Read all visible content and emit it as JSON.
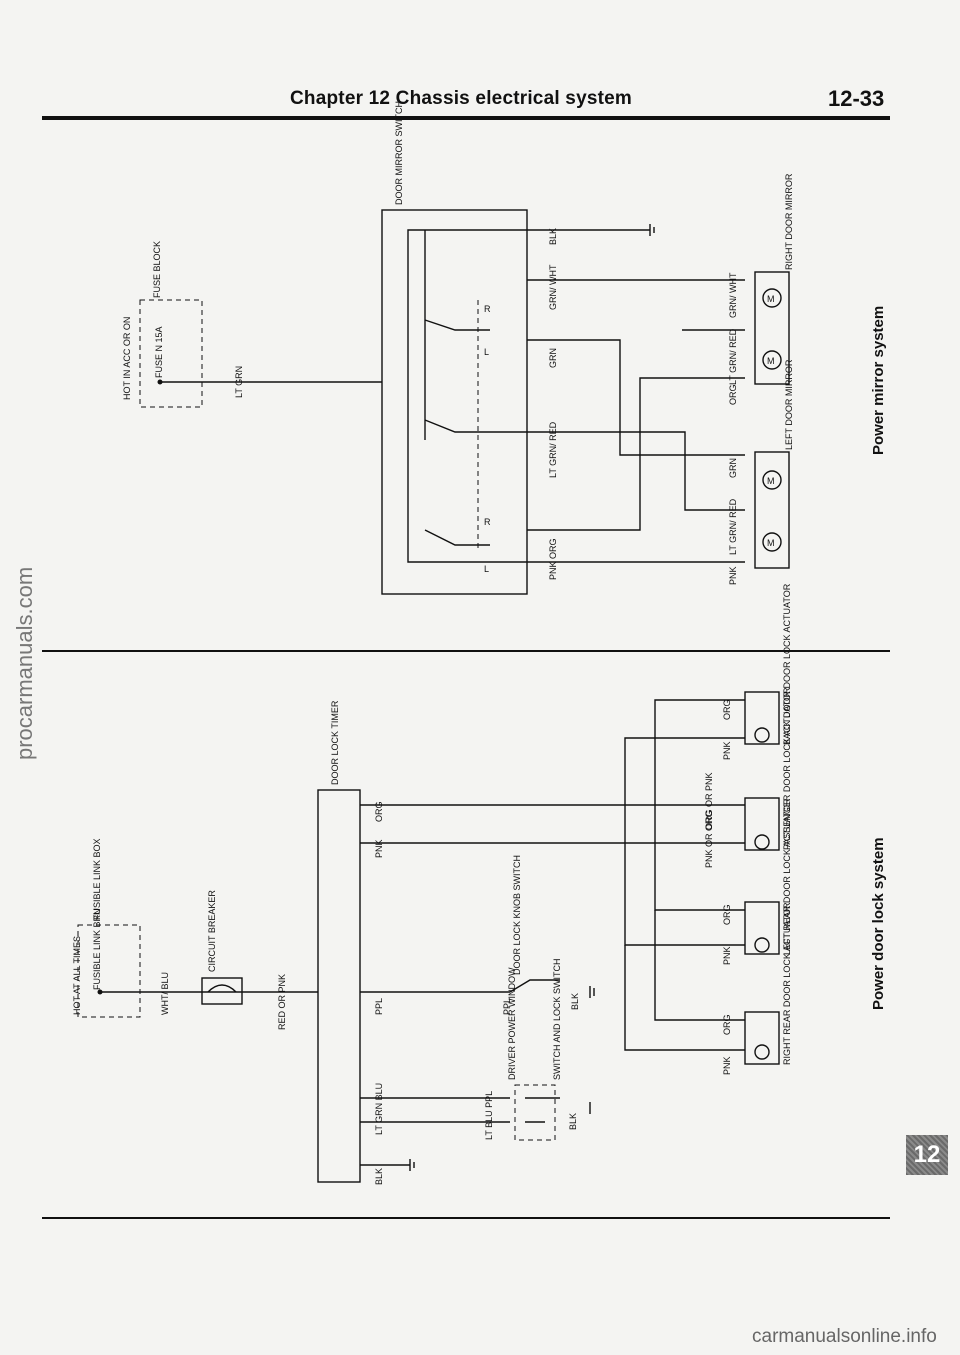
{
  "header": {
    "chapter_title": "Chapter 12  Chassis electrical system",
    "page_number": "12-33"
  },
  "sections": {
    "mirror": "Power mirror system",
    "door_lock": "Power door lock system"
  },
  "tab_label": "12",
  "watermarks": {
    "left": "procarmanuals.com",
    "bottom": "carmanualsonline.info"
  },
  "mirror_labels": {
    "switch": [
      "DOOR",
      "MIRROR",
      "SWITCH"
    ],
    "fuse_block": [
      "HOT IN ACC OR ON",
      "FUSE",
      "BLOCK"
    ],
    "fuse": [
      "FUSE",
      "N",
      "15A"
    ],
    "feed_wire": [
      "LT",
      "GRN"
    ],
    "right_mirror": [
      "RIGHT",
      "DOOR",
      "MIRROR"
    ],
    "left_mirror": [
      "LEFT",
      "DOOR",
      "MIRROR"
    ],
    "wires": [
      "BLK",
      "GRN/ WHT",
      "GRN",
      "LT GRN/ RED",
      "PNK ORG",
      "ORG",
      "PNK",
      "R",
      "L"
    ]
  },
  "lock_labels": {
    "timer": [
      "DOOR",
      "LOCK",
      "TIMER"
    ],
    "fusible_link": [
      "HOT AT ALL TIMES",
      "FUSIBLE",
      "LINK",
      "BOX"
    ],
    "link": [
      "FUSIBLE",
      "LINK",
      "BRN"
    ],
    "breaker": [
      "CIRCUIT",
      "BREAKER"
    ],
    "knob_switch": [
      "DOOR",
      "LOCK",
      "KNOB",
      "SWITCH"
    ],
    "driver_switch": [
      "DRIVER",
      "POWER",
      "WINDOW",
      "SWITCH",
      "AND",
      "LOCK",
      "SWITCH"
    ],
    "actuators": [
      [
        "BACK DOOR",
        "DOOR LOCK",
        "ACTUATOR"
      ],
      [
        "PASSENGER",
        "DOOR LOCK",
        "ACTUATOR"
      ],
      [
        "LEFT REAR",
        "DOOR LOCK",
        "ACTUATOR"
      ],
      [
        "RIGHT REAR",
        "DOOR LOCK",
        "ACTUATOR"
      ]
    ],
    "wires": [
      "WHT/ BLU",
      "RED OR PNK",
      "ORG",
      "PNK",
      "ORG OR PNK",
      "PNK OR ORG",
      "PPL",
      "BLK",
      "LT GRN",
      "LT BLU",
      "BLU"
    ]
  }
}
